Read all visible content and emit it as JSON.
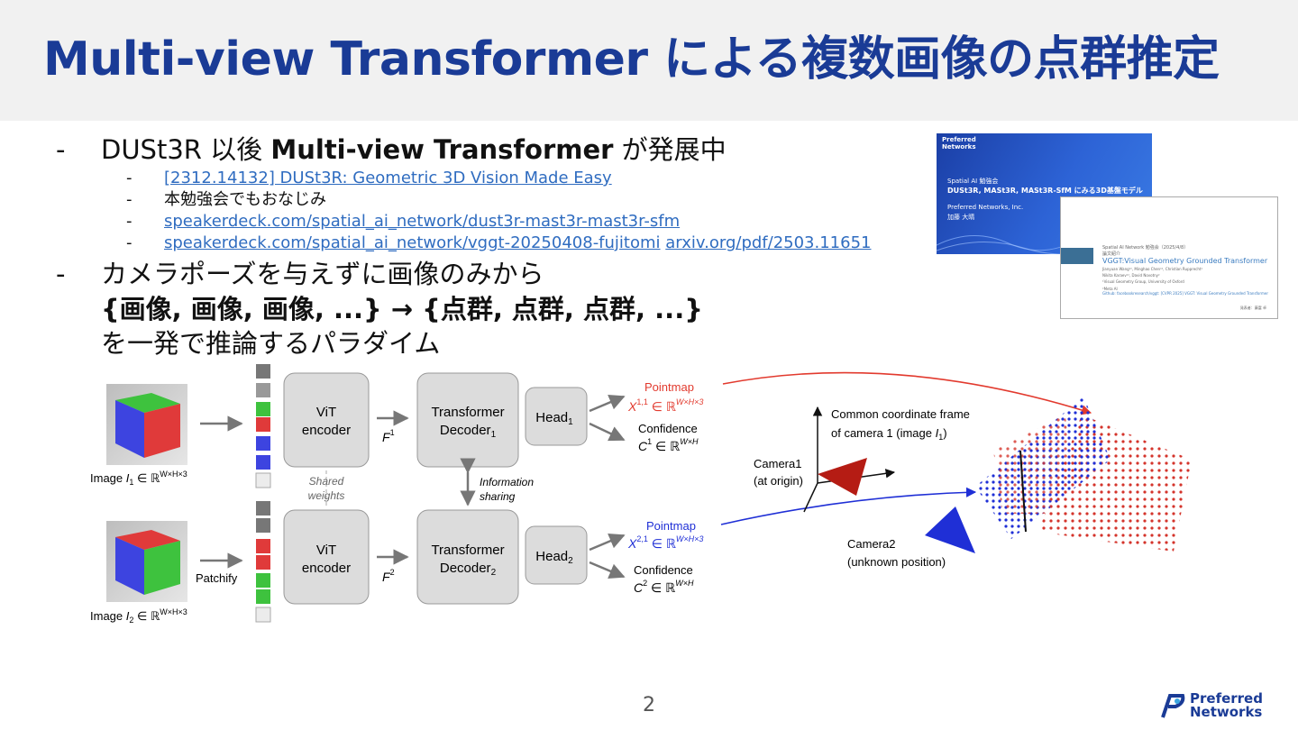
{
  "title": "Multi-view Transformer による複数画像の点群推定",
  "bullets": {
    "b1_prefix": "DUSt3R 以後 ",
    "b1_bold": "Multi-view Transformer",
    "b1_suffix": " が発展中",
    "sub": [
      "[2312.14132] DUSt3R: Geometric 3D Vision Made Easy",
      "本勉強会でもおなじみ",
      "speakerdeck.com/spatial_ai_network/dust3r-mast3r-mast3r-sfm",
      "speakerdeck.com/spatial_ai_network/vggt-20250408-fujitomi",
      "arxiv.org/pdf/2503.11651"
    ],
    "b2_line1": "カメラポーズを与えずに画像のみから",
    "b2_line2": "{画像, 画像, 画像, ...} → {点群, 点群, 点群, ...}",
    "b2_line3": "を一発で推論するパラダイム"
  },
  "thumb1": {
    "logo_line1": "Preferred",
    "logo_line2": "Networks",
    "line1": "Spatial AI 勉強会",
    "line2": "DUSt3R, MASt3R, MASt3R-SfM にみる3D基盤モデル",
    "line3": "Preferred Networks, Inc.",
    "line4": "加藤 大晴"
  },
  "thumb2": {
    "line1": "Spatial AI Network 勉強会（2025/4/8）",
    "line2": "論文紹介",
    "title": "VGGT:Visual Geometry Grounded Transformer",
    "line3": "Jianyuan Wang¹², Minghao Chen¹², Christian Rupprecht¹",
    "line4": "Nikita Karaev¹², David Novotny²",
    "line5": "¹Visual Geometry Group, University of Oxford",
    "line6": "²Meta AI",
    "line7": "Github: facebookresearch/vggt: [CVPR 2025] VGGT: Visual Geometry Grounded Transformer",
    "presenter": "発表者：藤富 卓"
  },
  "diagram": {
    "image1_label": "Image",
    "image2_label": "Image",
    "patchify": "Patchify",
    "vit": "ViT",
    "encoder": "encoder",
    "shared1": "Shared",
    "shared2": "weights",
    "transformer": "Transformer",
    "decoder1": "Decoder",
    "decoder2": "Decoder",
    "head": "Head",
    "info1": "Information",
    "info2": "sharing",
    "pointmap": "Pointmap",
    "confidence": "Confidence",
    "common1": "Common coordinate frame",
    "common2": "of camera 1 (image",
    "camera1_a": "Camera1",
    "camera1_b": "(at origin)",
    "camera2_a": "Camera2",
    "camera2_b": "(unknown position)",
    "colors": {
      "red": "#e23a2e",
      "blue": "#1f2fd6",
      "box": "#dcdcdc"
    }
  },
  "page_number": "2",
  "footer_logo": {
    "line1": "Preferred",
    "line2": "Networks"
  }
}
